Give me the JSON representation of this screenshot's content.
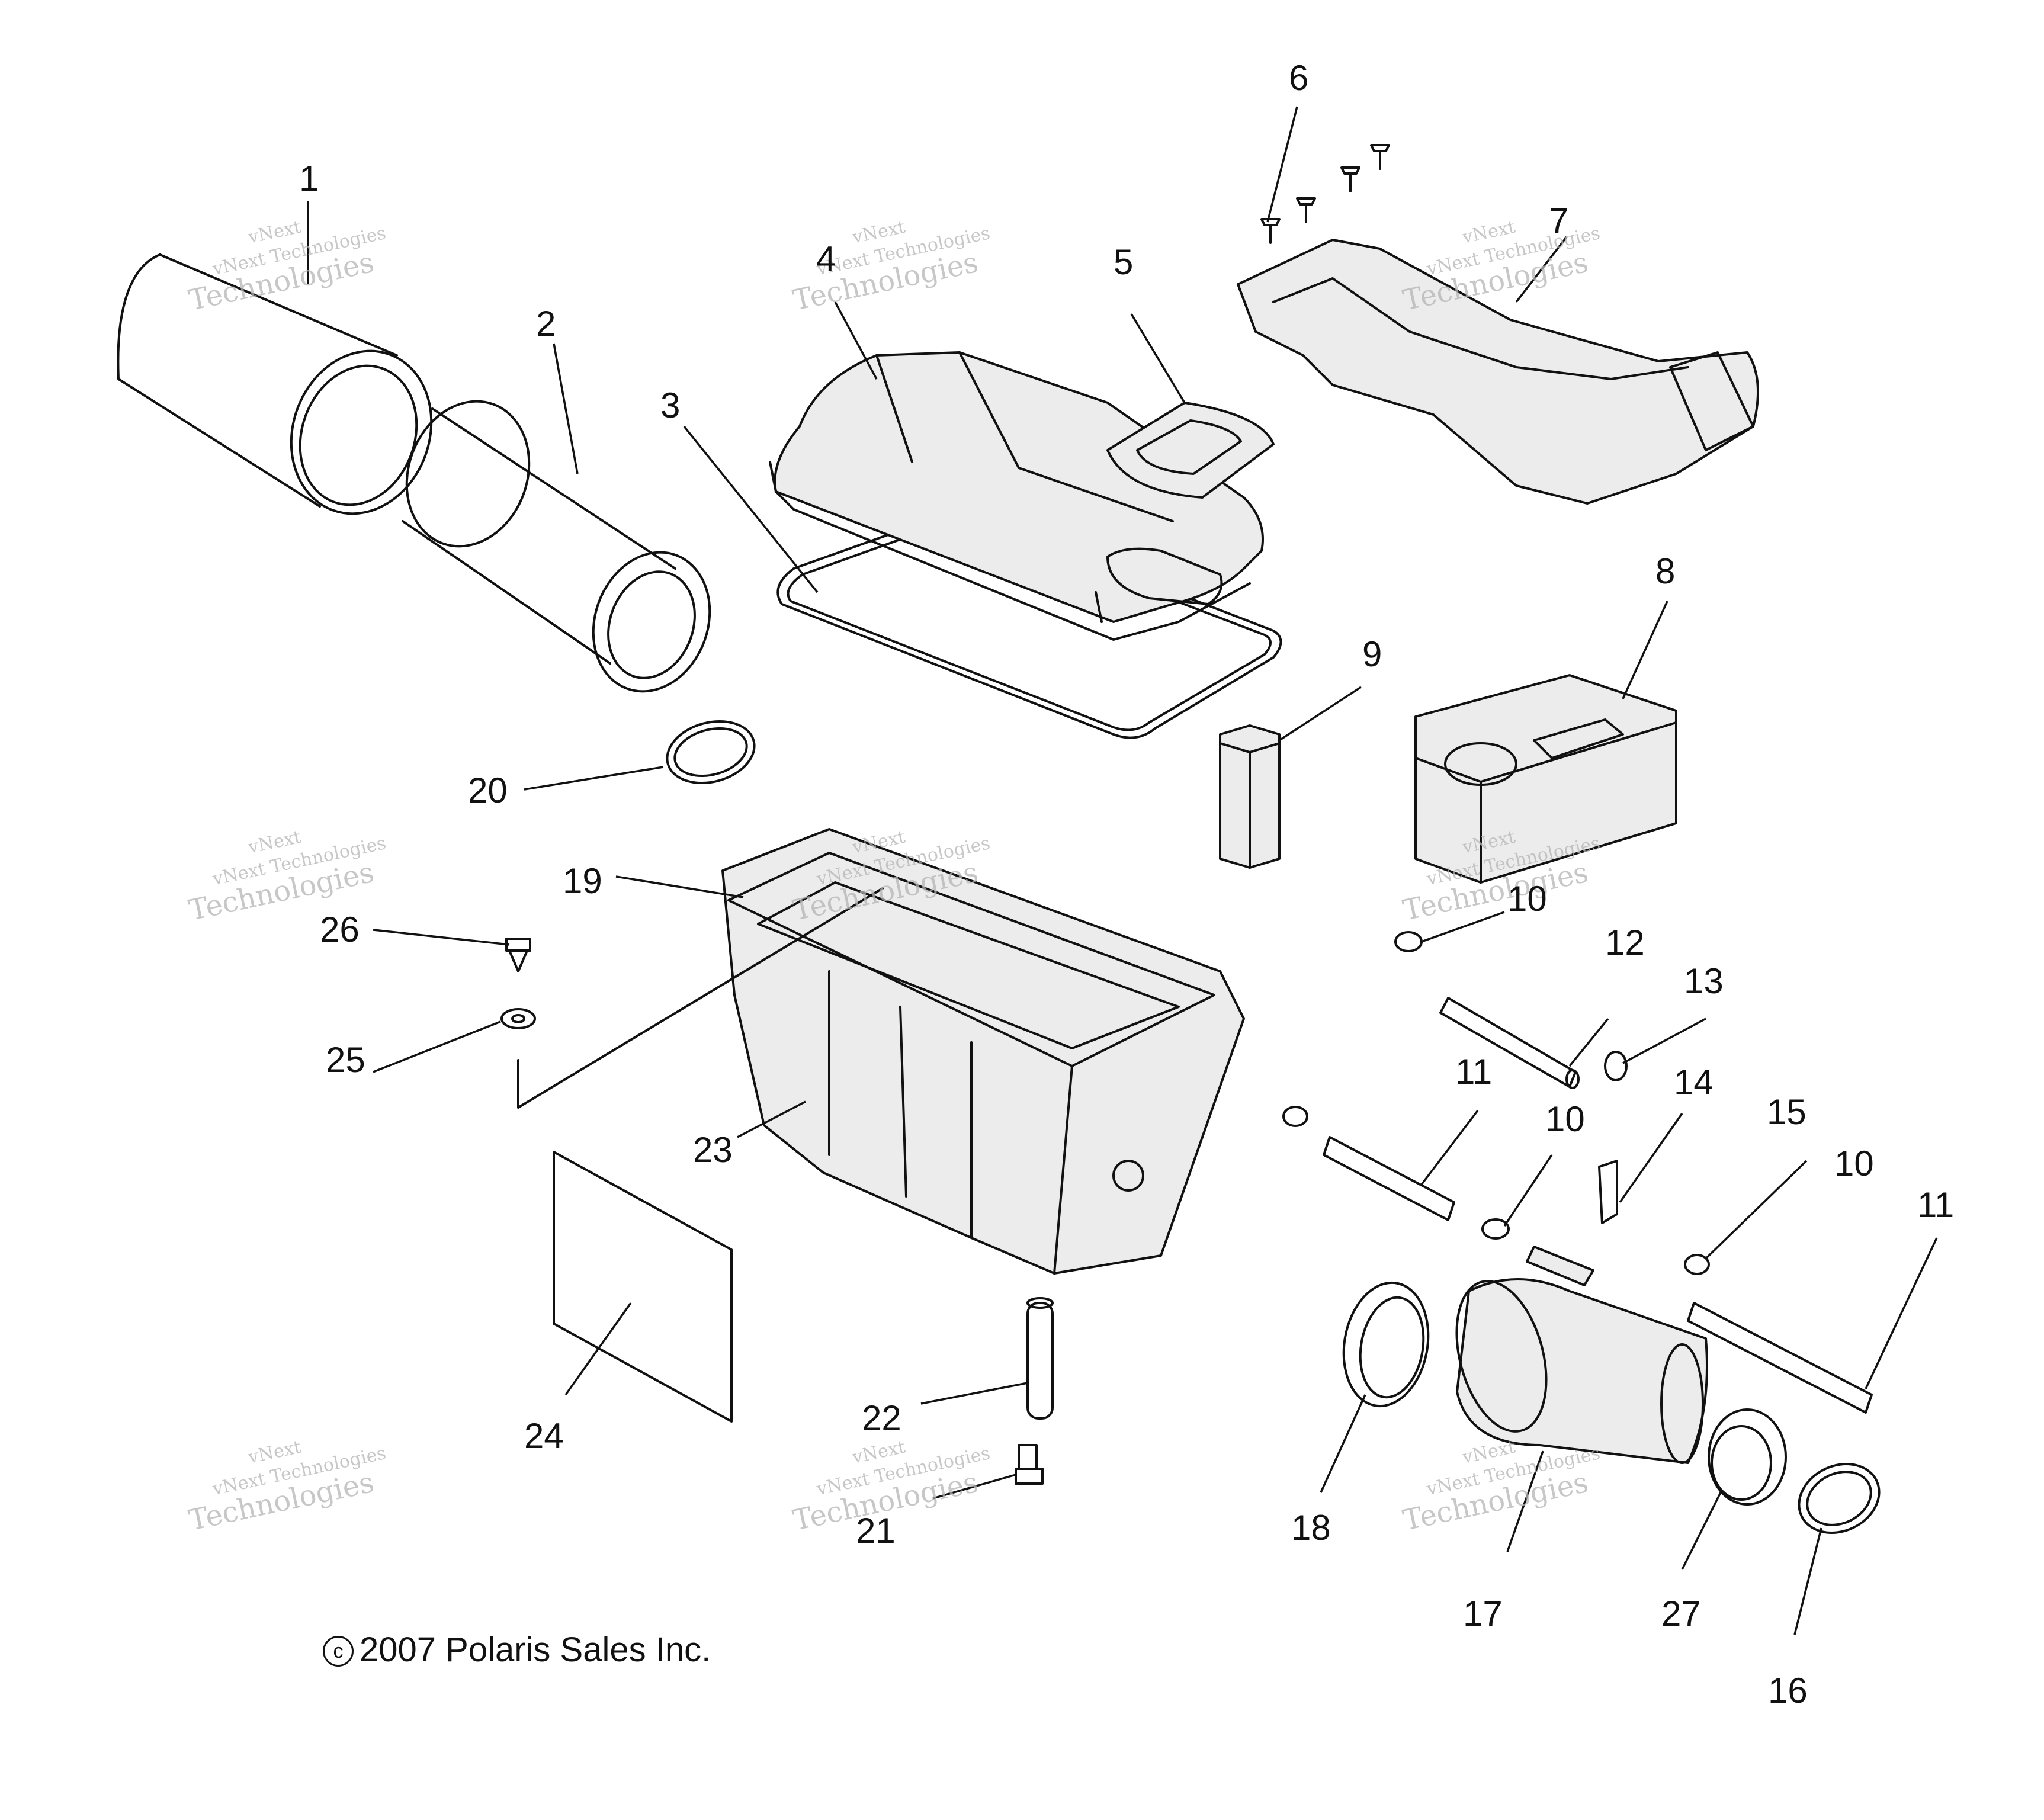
{
  "diagram": {
    "callouts": [
      "1",
      "2",
      "3",
      "4",
      "5",
      "6",
      "7",
      "8",
      "9",
      "10",
      "12",
      "13",
      "11",
      "10",
      "14",
      "15",
      "10",
      "11",
      "20",
      "19",
      "26",
      "25",
      "23",
      "24",
      "22",
      "21",
      "18",
      "17",
      "27",
      "16"
    ],
    "watermark": {
      "line1": "vNext",
      "line2": "vNext Technologies",
      "line3": "Technologies"
    }
  },
  "copyright": {
    "symbol": "c",
    "text": "2007 Polaris Sales Inc."
  }
}
